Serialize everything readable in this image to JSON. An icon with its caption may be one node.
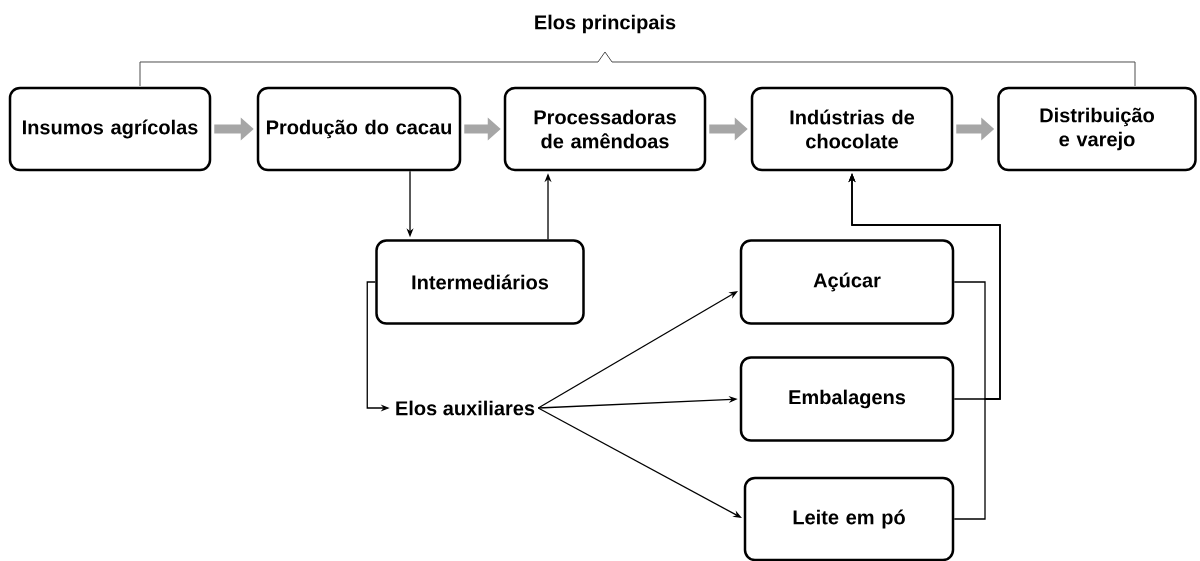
{
  "diagram": {
    "title": "Elos principais",
    "nodes": [
      {
        "text": [
          "Insumos agrícolas"
        ]
      },
      {
        "text": [
          "Produção do cacau"
        ]
      },
      {
        "text": [
          "Processadoras de amêndoas"
        ]
      },
      {
        "text": [
          "Indústrias de chocolate"
        ]
      },
      {
        "text": [
          "Distribuição e varejo"
        ]
      },
      {
        "text": [
          "Intermediários"
        ]
      },
      {
        "text": [
          "Elos auxiliares"
        ]
      },
      {
        "text": [
          "Açúcar"
        ]
      },
      {
        "text": [
          "Embalagens"
        ]
      },
      {
        "text": [
          "Leite em pó"
        ]
      }
    ],
    "edges": [
      {
        "from": 0,
        "to": 1,
        "arrow": "to",
        "style": "thick",
        "color": "#a6a6a6"
      },
      {
        "from": 1,
        "to": 2,
        "arrow": "to",
        "style": "thick",
        "color": "#a6a6a6"
      },
      {
        "from": 2,
        "to": 3,
        "arrow": "to",
        "style": "thick",
        "color": "#a6a6a6"
      },
      {
        "from": 3,
        "to": 4,
        "arrow": "to",
        "style": "thick",
        "color": "#a6a6a6"
      },
      {
        "from": 1,
        "to": 5,
        "arrow": "to"
      },
      {
        "from": 5,
        "to": 2,
        "arrow": "to"
      },
      {
        "from": 5,
        "to": 6,
        "arrow": "to"
      },
      {
        "from": 6,
        "to": 7,
        "arrow": "to"
      },
      {
        "from": 6,
        "to": 8,
        "arrow": "to"
      },
      {
        "from": 6,
        "to": 9,
        "arrow": "to"
      },
      {
        "from": 7,
        "to": 3,
        "arrow": "to"
      },
      {
        "from": 8,
        "to": 3,
        "arrow": "to"
      },
      {
        "from": 9,
        "to": 3,
        "arrow": "to"
      }
    ]
  }
}
